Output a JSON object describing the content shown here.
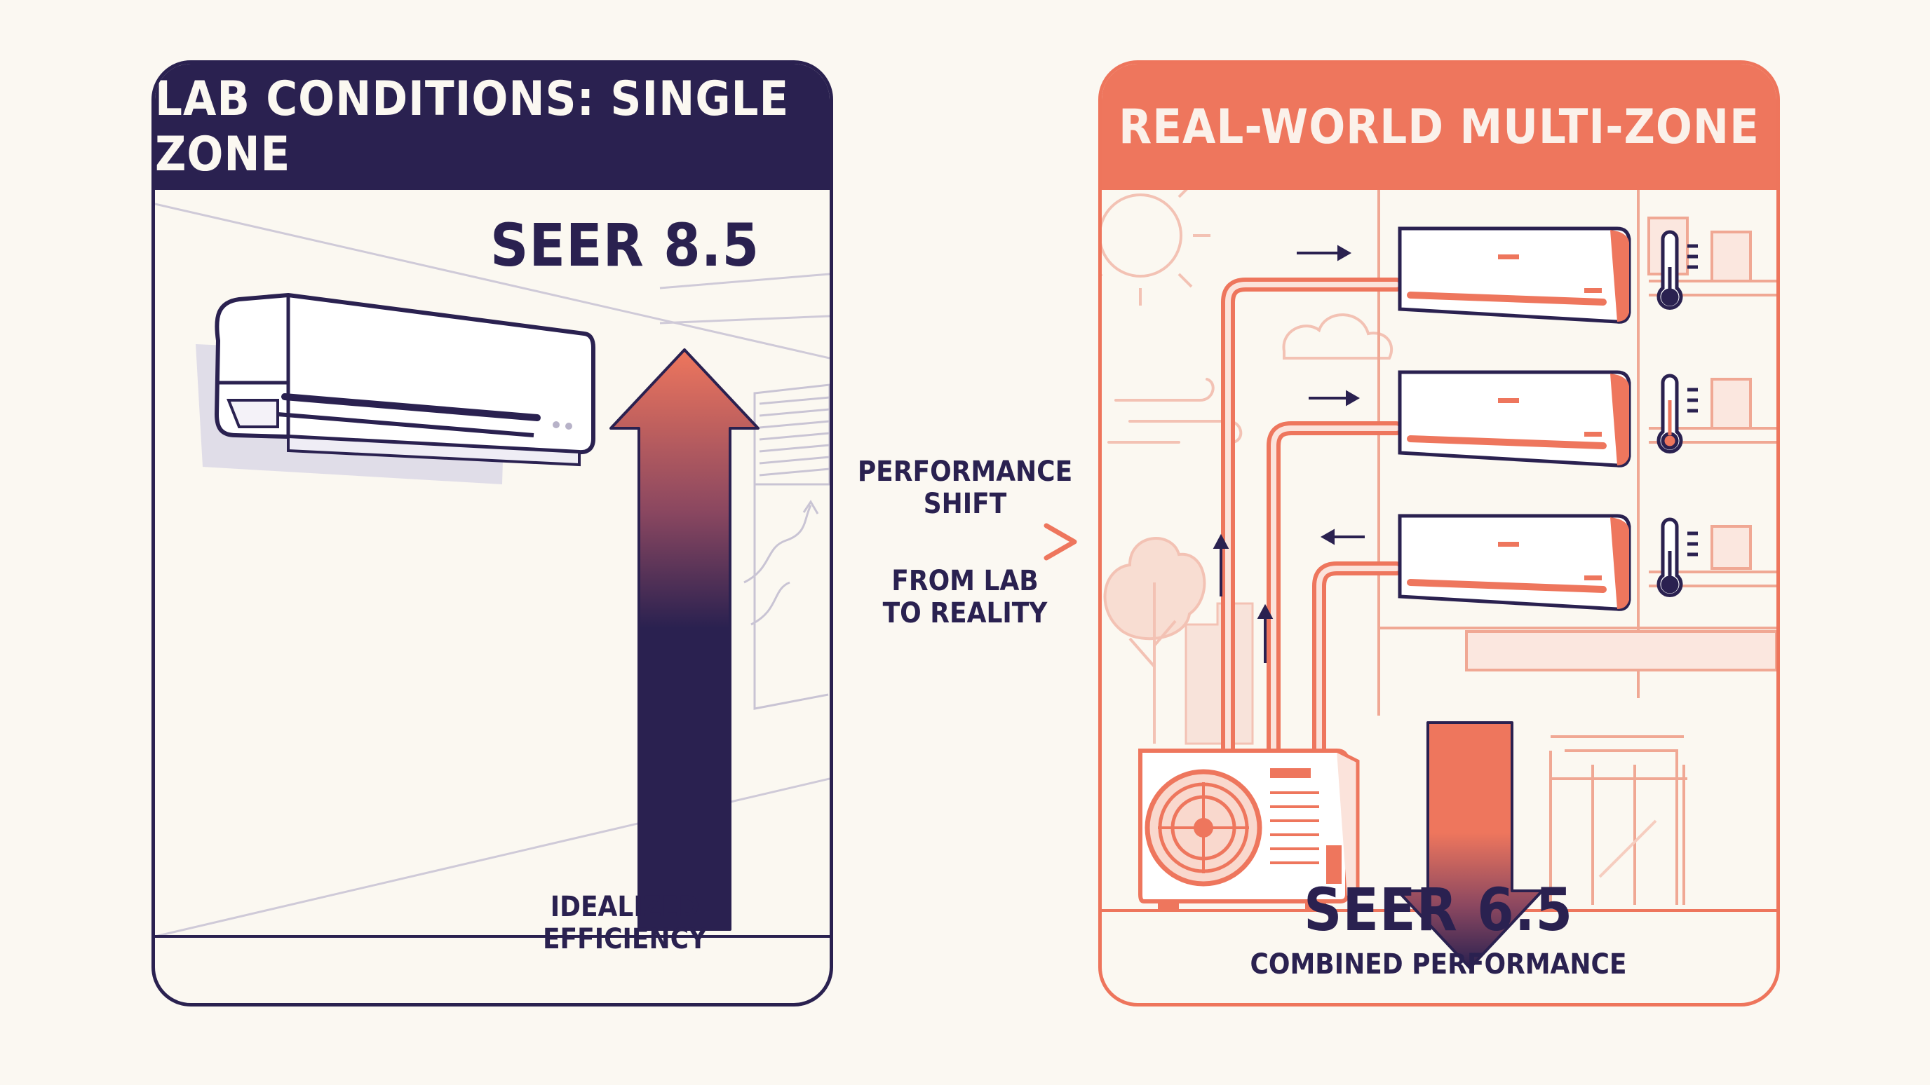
{
  "left_panel": {
    "title": "LAB CONDITIONS: SINGLE ZONE",
    "metric": "SEER 8.5",
    "caption_line1": "IDEALIZED",
    "caption_line2": "EFFICIENCY"
  },
  "transition": {
    "label_line1": "PERFORMANCE",
    "label_line2": "SHIFT",
    "sublabel_line1": "FROM LAB",
    "sublabel_line2": "TO REALITY"
  },
  "right_panel": {
    "title": "REAL-WORLD MULTI-ZONE",
    "metric": "SEER 6.5",
    "caption": "COMBINED PERFORMANCE"
  },
  "colors": {
    "navy": "#2a2150",
    "coral": "#ee765d",
    "background": "#fbf8f2"
  },
  "icons": [
    "wall-ac-unit-icon",
    "up-arrow-icon",
    "down-arrow-icon",
    "outdoor-condenser-icon",
    "thermometer-icon",
    "sun-icon",
    "cloud-icon",
    "wind-icon",
    "tree-icon",
    "vent-icon"
  ]
}
